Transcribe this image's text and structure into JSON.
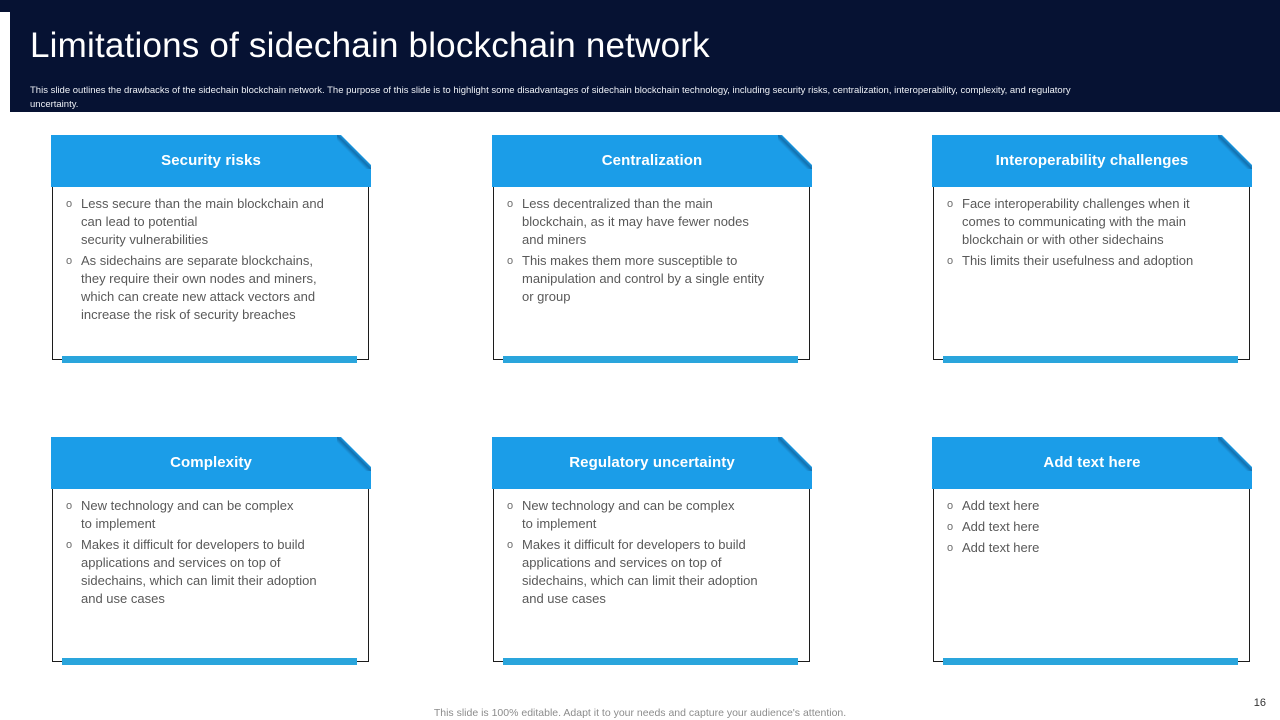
{
  "slide": {
    "title": "Limitations of sidechain blockchain network",
    "subtitle": "This slide outlines the drawbacks of the sidechain blockchain network. The purpose of this slide is to highlight some disadvantages of sidechain blockchain technology, including security risks, centralization, interoperability, complexity, and regulatory\nuncertainty.",
    "footer": "This slide is 100% editable. Adapt it to your needs and capture your audience's attention.",
    "page_number": "16"
  },
  "glyphs": {
    "bullet": "o"
  },
  "colors": {
    "navy": "#061233",
    "blue": "#1B9DE8",
    "bar_blue": "#2AA5DC",
    "text_gray": "#595959"
  },
  "cards": [
    {
      "title": "Security risks",
      "bullets": [
        "Less secure than the main blockchain and\ncan lead to potential\nsecurity vulnerabilities",
        "As sidechains are separate blockchains,\nthey require their own nodes and miners,\nwhich can create new attack vectors and\nincrease the risk of security breaches"
      ]
    },
    {
      "title": "Centralization",
      "bullets": [
        "Less decentralized than the main\nblockchain, as it may have fewer nodes\nand miners",
        "This makes them more susceptible to\nmanipulation and control by a single entity\nor group"
      ]
    },
    {
      "title": "Interoperability challenges",
      "bullets": [
        "Face interoperability challenges when it\ncomes to communicating with the main\nblockchain or with other sidechains",
        "This limits their usefulness and adoption"
      ]
    },
    {
      "title": "Complexity",
      "bullets": [
        "New technology and can be complex\nto implement",
        "Makes it difficult for developers to build\napplications and services on top of\nsidechains, which can limit their adoption\nand use cases"
      ]
    },
    {
      "title": "Regulatory uncertainty",
      "bullets": [
        "New technology and can be complex\nto implement",
        "Makes it difficult for developers to build\napplications and services on top of\nsidechains, which can limit their adoption\nand use cases"
      ]
    },
    {
      "title": "Add text here",
      "bullets": [
        "Add text here",
        "Add text here",
        "Add text here"
      ]
    }
  ]
}
